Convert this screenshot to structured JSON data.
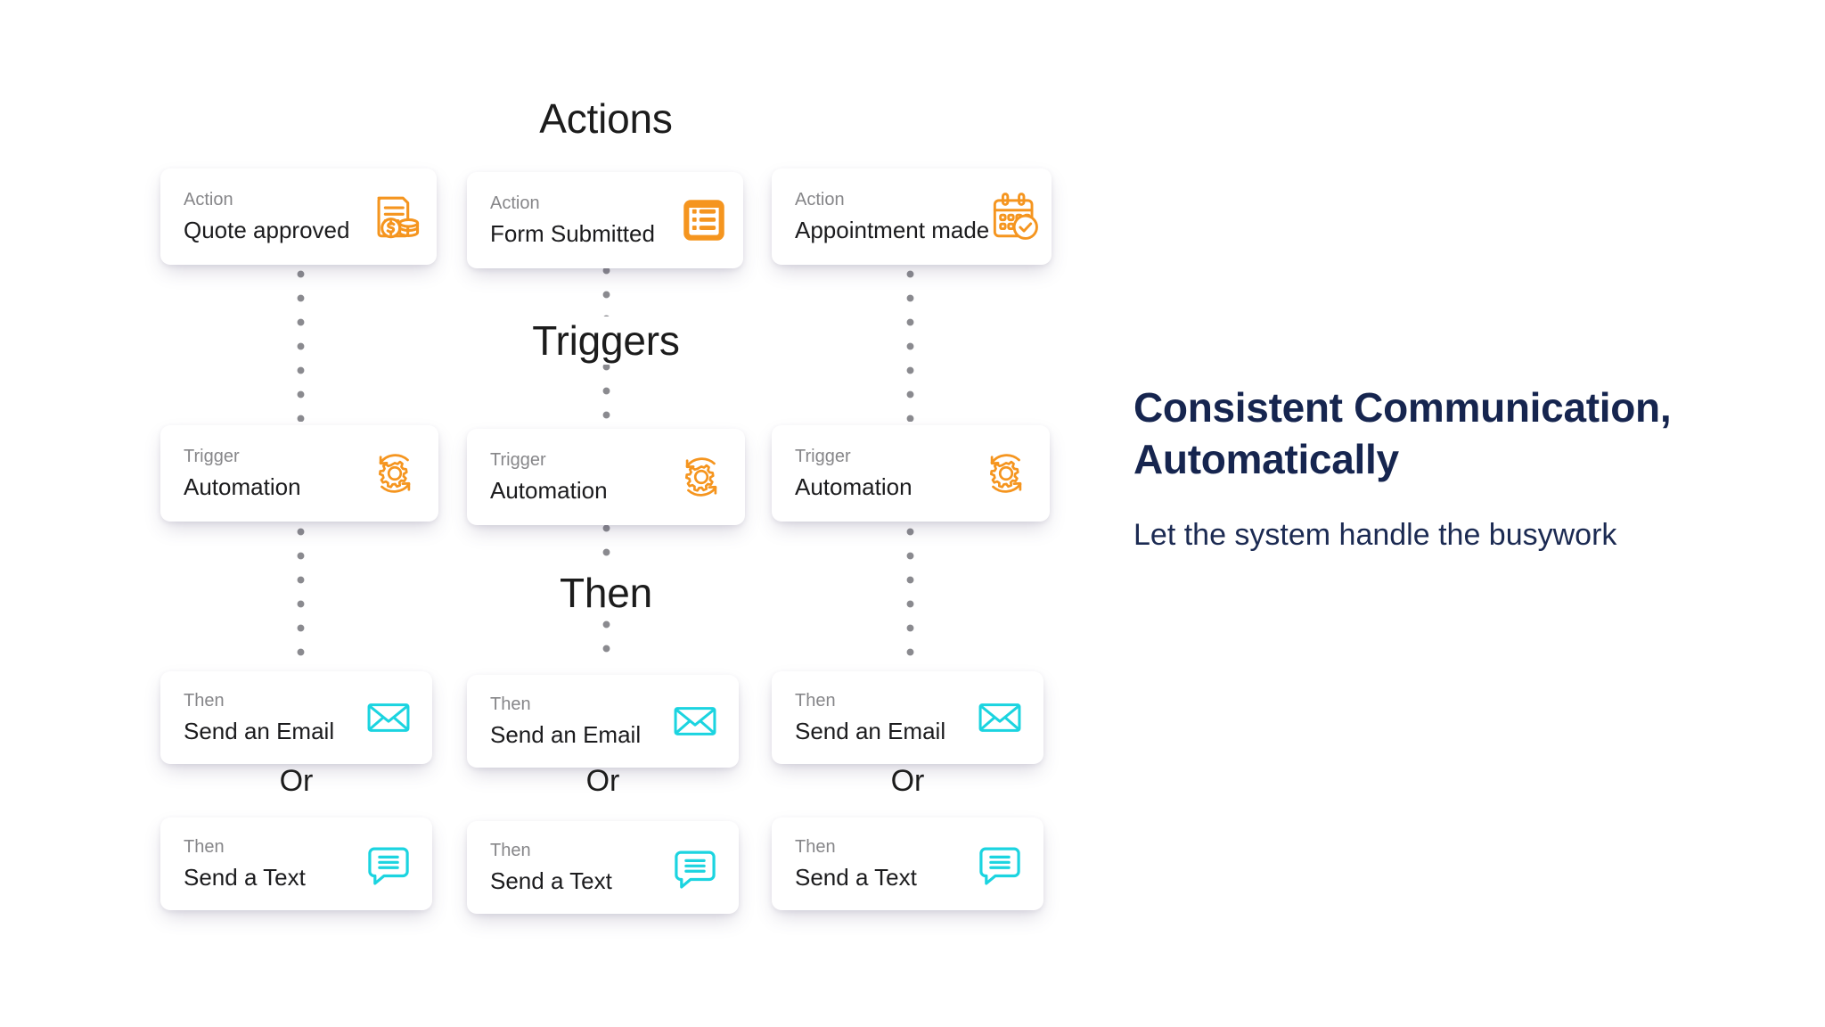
{
  "diagram": {
    "section_titles": {
      "actions": "Actions",
      "triggers": "Triggers",
      "then": "Then"
    },
    "or_label": "Or",
    "columns": [
      {
        "action": {
          "kicker": "Action",
          "label": "Quote approved",
          "icon": "invoice-money-icon",
          "color": "#F5951F"
        },
        "trigger": {
          "kicker": "Trigger",
          "label": "Automation",
          "icon": "gear-refresh-icon",
          "color": "#F5951F"
        },
        "then_email": {
          "kicker": "Then",
          "label": "Send an Email",
          "icon": "envelope-icon",
          "color": "#1BD4E0"
        },
        "then_text": {
          "kicker": "Then",
          "label": "Send a Text",
          "icon": "chat-bubble-icon",
          "color": "#1BD4E0"
        }
      },
      {
        "action": {
          "kicker": "Action",
          "label": "Form Submitted",
          "icon": "form-list-icon",
          "color": "#F5951F"
        },
        "trigger": {
          "kicker": "Trigger",
          "label": "Automation",
          "icon": "gear-refresh-icon",
          "color": "#F5951F"
        },
        "then_email": {
          "kicker": "Then",
          "label": "Send an Email",
          "icon": "envelope-icon",
          "color": "#1BD4E0"
        },
        "then_text": {
          "kicker": "Then",
          "label": "Send a Text",
          "icon": "chat-bubble-icon",
          "color": "#1BD4E0"
        }
      },
      {
        "action": {
          "kicker": "Action",
          "label": "Appointment made",
          "icon": "calendar-check-icon",
          "color": "#F5951F"
        },
        "trigger": {
          "kicker": "Trigger",
          "label": "Automation",
          "icon": "gear-refresh-icon",
          "color": "#F5951F"
        },
        "then_email": {
          "kicker": "Then",
          "label": "Send an Email",
          "icon": "envelope-icon",
          "color": "#1BD4E0"
        },
        "then_text": {
          "kicker": "Then",
          "label": "Send a Text",
          "icon": "chat-bubble-icon",
          "color": "#1BD4E0"
        }
      }
    ],
    "connector_color": "#8A8A8F"
  },
  "copy": {
    "headline": "Consistent Communication, Automatically",
    "subhead": "Let the system handle the busywork",
    "headline_color": "#16254F"
  }
}
